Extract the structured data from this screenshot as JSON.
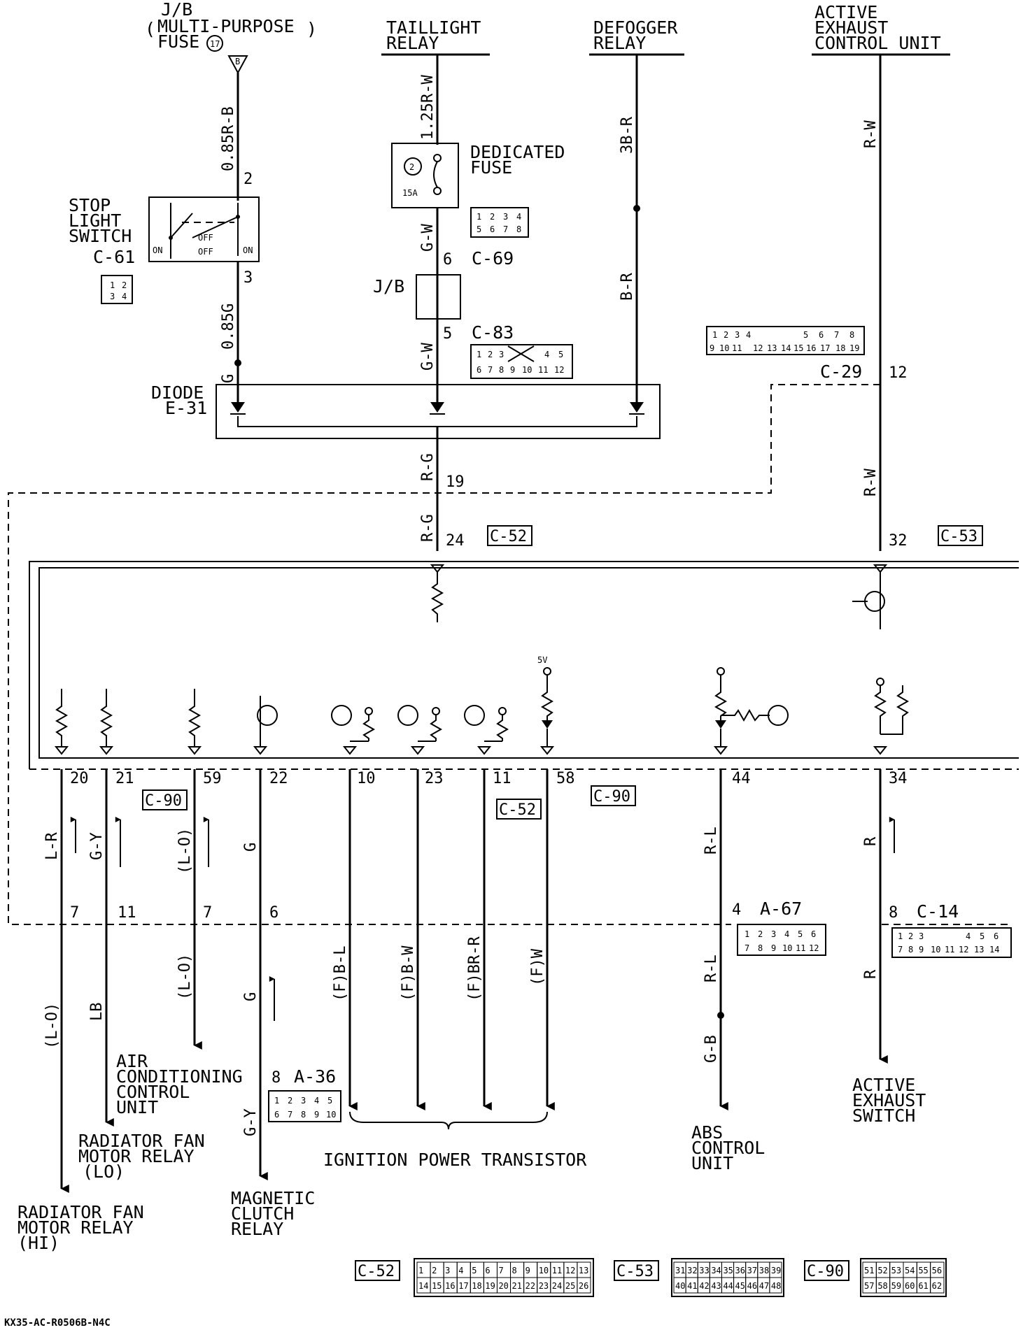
{
  "top_components": {
    "jb_fuse": {
      "line1": "J/B",
      "line2": "MULTI-PURPOSE",
      "line3": "FUSE",
      "fuse_number": "17",
      "terminal": "B",
      "open_paren": "(",
      "close_paren": ")"
    },
    "taillight_relay": {
      "line1": "TAILLIGHT",
      "line2": "RELAY"
    },
    "defogger_relay": {
      "line1": "DEFOGGER",
      "line2": "RELAY"
    },
    "active_exhaust_unit": {
      "line1": "ACTIVE",
      "line2": "EXHAUST",
      "line3": "CONTROL UNIT"
    }
  },
  "stop_light_switch": {
    "line1": "STOP",
    "line2": "LIGHT",
    "line3": "SWITCH",
    "connector": "C-61",
    "pin_top": "2",
    "pin_bottom": "3",
    "on_left": "ON",
    "on_right": "ON",
    "off_1": "OFF",
    "off_2": "OFF",
    "connector_pins": [
      "1",
      "2",
      "3",
      "4"
    ]
  },
  "dedicated_fuse": {
    "line1": "DEDICATED",
    "line2": "FUSE",
    "number": "2",
    "rating": "15A",
    "connector_pins": [
      "1",
      "2",
      "3",
      "4",
      "5",
      "6",
      "7",
      "8"
    ]
  },
  "jb_middle": {
    "label": "J/B",
    "pin_top": "6",
    "pin_bottom": "5",
    "connector_top": "C-69",
    "connector_bottom": "C-83",
    "c83_pins": [
      "1",
      "2",
      "3",
      "4",
      "5",
      "6",
      "7",
      "8",
      "9",
      "10",
      "11",
      "12"
    ]
  },
  "diode": {
    "line1": "DIODE",
    "line2": "E-31"
  },
  "c29": {
    "connector": "C-29",
    "pin": "12",
    "pins": [
      "1",
      "2",
      "3",
      "4",
      "5",
      "6",
      "7",
      "8",
      "9",
      "10",
      "11",
      "12",
      "13",
      "14",
      "15",
      "16",
      "17",
      "18",
      "19"
    ]
  },
  "wires": {
    "w_085rb": "0.85R-B",
    "w_085g": "0.85G",
    "w_g": "G",
    "w_125rw": "1.25R-W",
    "w_gw_top": "G-W",
    "w_gw_bottom": "G-W",
    "w_3br": "3B-R",
    "w_br": "B-R",
    "w_rw_top": "R-W",
    "w_rw_mid": "R-W",
    "w_rg_1": "R-G",
    "w_rg_2": "R-G",
    "w_lr": "L-R",
    "w_gy": "G-Y",
    "w_lo_a": "(L-O)",
    "w_g_a": "G",
    "w_lo_b": "(L-O)",
    "w_lb": "LB",
    "w_lo_c": "(L-O)",
    "w_g_b": "G",
    "w_gy_b": "G-Y",
    "w_fbl": "(F)B-L",
    "w_fbw": "(F)B-W",
    "w_fbrr": "(F)BR-R",
    "w_fw": "(F)W",
    "w_rl_a": "R-L",
    "w_rl_b": "R-L",
    "w_gb": "G-B",
    "w_r_a": "R",
    "w_r_b": "R"
  },
  "pins": {
    "p19": "19",
    "p24": "24",
    "p32": "32",
    "p20": "20",
    "p21": "21",
    "p59": "59",
    "p22": "22",
    "p10": "10",
    "p23": "23",
    "p11": "11",
    "p58": "58",
    "p44": "44",
    "p34": "34",
    "p7a": "7",
    "p11b": "11",
    "p7b": "7",
    "p6": "6",
    "p4": "4",
    "p8a": "8",
    "p8b": "8"
  },
  "ecu_connectors": {
    "c52_top": "C-52",
    "c53_top": "C-53",
    "c90_a": "C-90",
    "c52_mid": "C-52",
    "c90_b": "C-90",
    "five_volt": "5V"
  },
  "lower_connectors": {
    "a67": {
      "label": "A-67",
      "pins": [
        "1",
        "2",
        "3",
        "4",
        "5",
        "6",
        "7",
        "8",
        "9",
        "10",
        "11",
        "12"
      ]
    },
    "c14": {
      "label": "C-14",
      "pins": [
        "1",
        "2",
        "3",
        "4",
        "5",
        "6",
        "7",
        "8",
        "9",
        "10",
        "11",
        "12",
        "13",
        "14"
      ]
    },
    "a36": {
      "label": "A-36",
      "pins": [
        "1",
        "2",
        "3",
        "4",
        "5",
        "6",
        "7",
        "8",
        "9",
        "10"
      ]
    }
  },
  "destinations": {
    "rad_fan_hi": {
      "line1": "RADIATOR FAN",
      "line2": "MOTOR RELAY",
      "line3": "(HI)"
    },
    "rad_fan_lo": {
      "line1": "RADIATOR FAN",
      "line2": "MOTOR RELAY",
      "line3": "(LO)"
    },
    "ac_control": {
      "line1": "AIR",
      "line2": "CONDITIONING",
      "line3": "CONTROL",
      "line4": "UNIT"
    },
    "mag_clutch": {
      "line1": "MAGNETIC",
      "line2": "CLUTCH",
      "line3": "RELAY"
    },
    "ign_transistor": "IGNITION POWER TRANSISTOR",
    "abs": {
      "line1": "ABS",
      "line2": "CONTROL",
      "line3": "UNIT"
    },
    "exhaust_switch": {
      "line1": "ACTIVE",
      "line2": "EXHAUST",
      "line3": "SWITCH"
    }
  },
  "footer": {
    "c52_label": "C-52",
    "c53_label": "C-53",
    "c90_label": "C-90",
    "c52_pins": [
      "1",
      "2",
      "3",
      "4",
      "5",
      "6",
      "7",
      "8",
      "9",
      "10",
      "11",
      "12",
      "13",
      "14",
      "15",
      "16",
      "17",
      "18",
      "19",
      "20",
      "21",
      "22",
      "23",
      "24",
      "25",
      "26"
    ],
    "c53_pins": [
      "31",
      "32",
      "33",
      "34",
      "35",
      "36",
      "37",
      "38",
      "39",
      "40",
      "41",
      "42",
      "43",
      "44",
      "45",
      "46",
      "47",
      "48"
    ],
    "c90_pins": [
      "51",
      "52",
      "53",
      "54",
      "55",
      "56",
      "57",
      "58",
      "59",
      "60",
      "61",
      "62"
    ],
    "code": "KX35-AC-R0506B-N4C"
  }
}
